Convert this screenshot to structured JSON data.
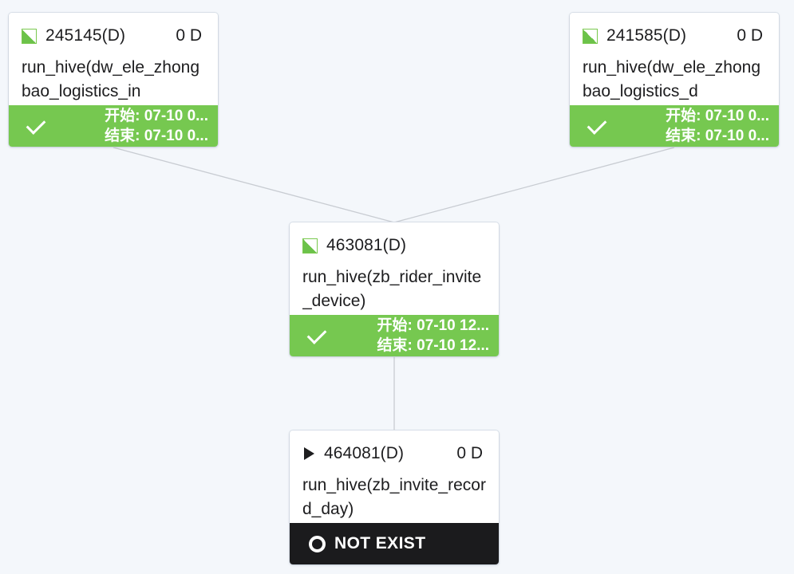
{
  "background_color": "#f4f7fb",
  "theme": {
    "success_color": "#76c850",
    "not_exist_color": "#1b1b1d",
    "card_color": "#ffffff",
    "edge_color": "#c8ccd2",
    "text_color": "#1d1d1f"
  },
  "graph": {
    "nodes": [
      {
        "id": "245145(D)",
        "count": "0 D",
        "title": "run_hive(dw_ele_zhongbao_logistics_in",
        "state_icon": "half-filled-square-icon",
        "status": {
          "type": "success",
          "icon": "check-icon",
          "start": "开始: 07-10 0...",
          "end": "结束: 07-10 0..."
        }
      },
      {
        "id": "241585(D)",
        "count": "0 D",
        "title": "run_hive(dw_ele_zhongbao_logistics_d",
        "state_icon": "half-filled-square-icon",
        "status": {
          "type": "success",
          "icon": "check-icon",
          "start": "开始: 07-10 0...",
          "end": "结束: 07-10 0..."
        }
      },
      {
        "id": "463081(D)",
        "count": "",
        "title": "run_hive(zb_rider_invite_device)",
        "state_icon": "half-filled-square-icon",
        "status": {
          "type": "success",
          "icon": "check-icon",
          "start": "开始: 07-10 12...",
          "end": "结束: 07-10 12..."
        }
      },
      {
        "id": "464081(D)",
        "count": "0 D",
        "title": "run_hive(zb_invite_record_day)",
        "state_icon": "play-triangle-icon",
        "status": {
          "type": "not-exist",
          "icon": "ring-icon",
          "label": "NOT EXIST"
        }
      }
    ],
    "edges": [
      {
        "from": "245145(D)",
        "to": "463081(D)"
      },
      {
        "from": "241585(D)",
        "to": "463081(D)"
      },
      {
        "from": "463081(D)",
        "to": "464081(D)"
      }
    ]
  }
}
